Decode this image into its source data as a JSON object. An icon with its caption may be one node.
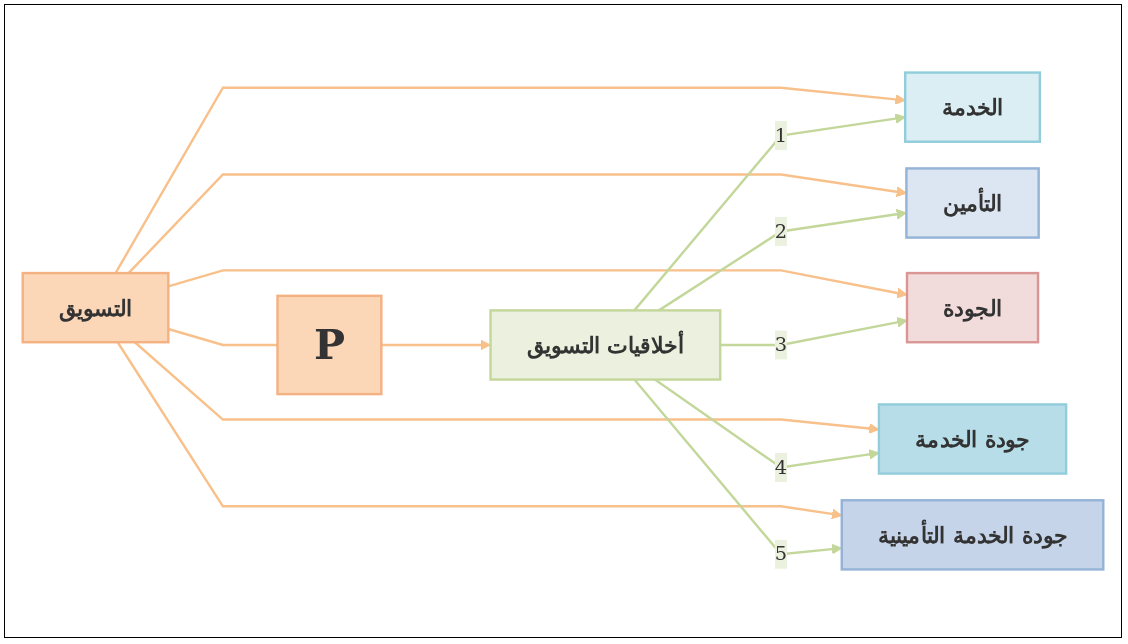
{
  "diagram": {
    "nodes": [
      {
        "text": [
          "التسويق"
        ]
      },
      {
        "text": [
          "P"
        ]
      },
      {
        "text": [
          "أخلاقيات التسويق"
        ]
      },
      {
        "text": [
          "الخدمة"
        ]
      },
      {
        "text": [
          "التأمين"
        ]
      },
      {
        "text": [
          "الجودة"
        ]
      },
      {
        "text": [
          "جودة الخدمة"
        ]
      },
      {
        "text": [
          "جودة الخدمة التأمينية"
        ]
      }
    ],
    "edges": [
      {
        "from": 0,
        "to": 1,
        "arrow": "none"
      },
      {
        "from": 1,
        "to": 2,
        "arrow": "to"
      },
      {
        "from": 0,
        "to": 3,
        "arrow": "to"
      },
      {
        "from": 0,
        "to": 4,
        "arrow": "to"
      },
      {
        "from": 0,
        "to": 5,
        "arrow": "to"
      },
      {
        "from": 0,
        "to": 6,
        "arrow": "to"
      },
      {
        "from": 0,
        "to": 7,
        "arrow": "to"
      },
      {
        "from": 2,
        "to": 3,
        "arrow": "to",
        "label": "1",
        "color": "#c4d79b"
      },
      {
        "from": 2,
        "to": 4,
        "arrow": "to",
        "label": "2",
        "color": "#c4d79b"
      },
      {
        "from": 2,
        "to": 5,
        "arrow": "to",
        "label": "3",
        "color": "#c4d79b"
      },
      {
        "from": 2,
        "to": 6,
        "arrow": "to",
        "label": "4",
        "color": "#c4d79b"
      },
      {
        "from": 2,
        "to": 7,
        "arrow": "to",
        "label": "5",
        "color": "#c4d79b"
      }
    ]
  }
}
